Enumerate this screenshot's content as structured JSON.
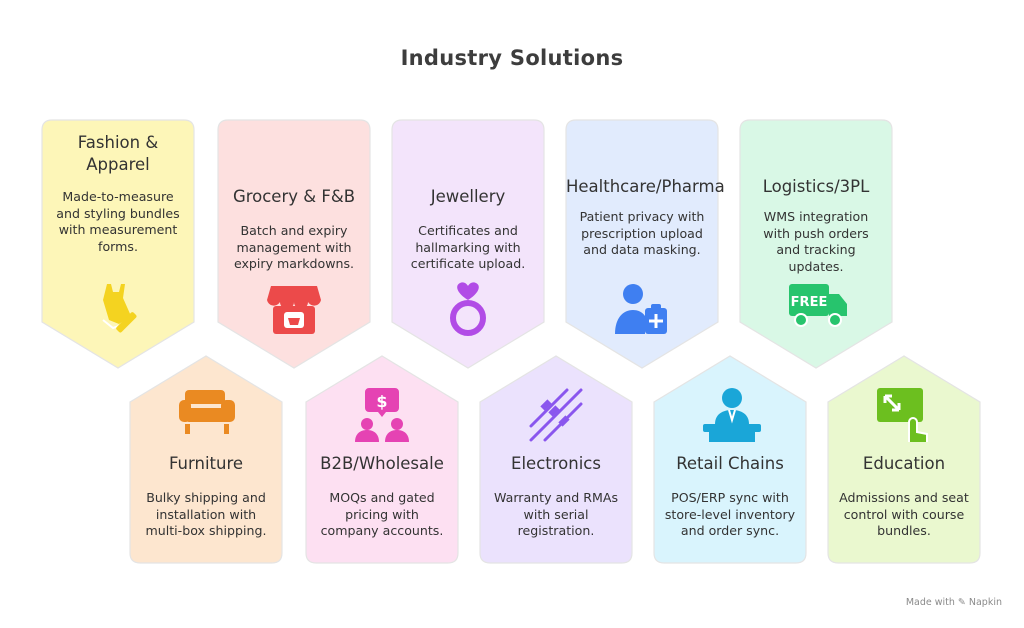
{
  "title": "Industry Solutions",
  "top_row": [
    {
      "title": "Fashion &\nApparel",
      "desc": "Made-to-measure and styling bundles with measurement forms.",
      "fill": "#fdf6b8",
      "accent": "#f4d320",
      "icon": "dress-pencil-icon"
    },
    {
      "title": "Grocery & F&B",
      "desc": "Batch and expiry management with expiry markdowns.",
      "fill": "#fde0df",
      "accent": "#ec4a4a",
      "icon": "storefront-icon"
    },
    {
      "title": "Jewellery",
      "desc": "Certificates and hallmarking with certificate upload.",
      "fill": "#f3e4fb",
      "accent": "#b14ce6",
      "icon": "ring-icon"
    },
    {
      "title": "Healthcare/Pharma",
      "desc": "Patient privacy with prescription upload and data masking.",
      "fill": "#e1ebfd",
      "accent": "#3f7ff1",
      "icon": "doctor-icon"
    },
    {
      "title": "Logistics/3PL",
      "desc": "WMS integration with push orders and tracking updates.",
      "fill": "#d9f8e6",
      "accent": "#27c46d",
      "icon": "delivery-truck-icon"
    }
  ],
  "bottom_row": [
    {
      "title": "Furniture",
      "desc": "Bulky shipping and installation with multi-box shipping.",
      "fill": "#fde6cf",
      "accent": "#ea8a22",
      "icon": "sofa-icon"
    },
    {
      "title": "B2B/Wholesale",
      "desc": "MOQs and gated pricing with company accounts.",
      "fill": "#fde0f2",
      "accent": "#e543b3",
      "icon": "price-discussion-icon"
    },
    {
      "title": "Electronics",
      "desc": "Warranty and RMAs with serial registration.",
      "fill": "#ebe2fd",
      "accent": "#8a56ee",
      "icon": "cables-icon"
    },
    {
      "title": "Retail Chains",
      "desc": "POS/ERP sync with store-level inventory and order sync.",
      "fill": "#d9f4fd",
      "accent": "#1aa6d8",
      "icon": "cashier-icon"
    },
    {
      "title": "Education",
      "desc": "Admissions and seat control with course bundles.",
      "fill": "#eaf8cf",
      "accent": "#6cbf1f",
      "icon": "touch-screen-icon"
    }
  ],
  "truck_label": "FREE",
  "price_label": "$",
  "footer": "Made with ✎ Napkin"
}
